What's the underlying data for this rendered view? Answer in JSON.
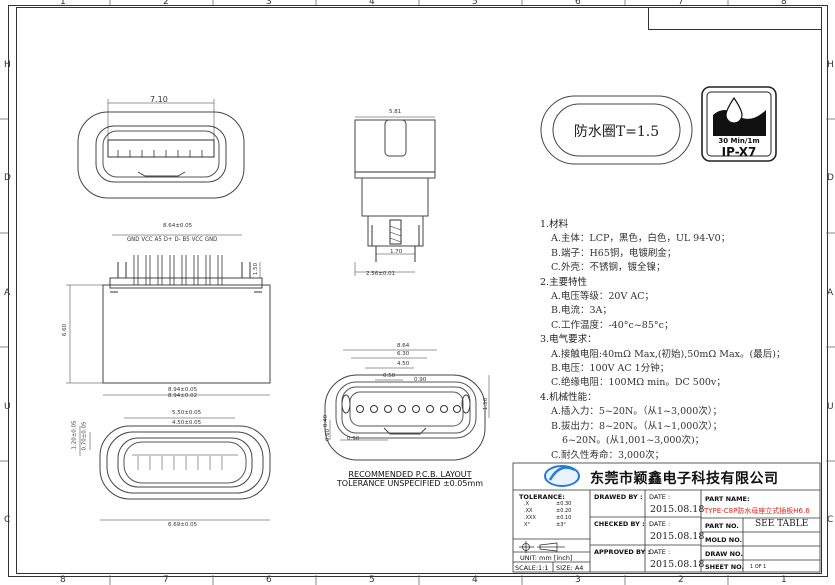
{
  "border": {
    "top_numbers": [
      "1",
      "2",
      "3",
      "4",
      "5",
      "6",
      "7",
      "8"
    ],
    "bottom_numbers": [
      "8",
      "7",
      "6",
      "5",
      "4",
      "3",
      "2",
      "1"
    ],
    "left_letters": [
      "H",
      "D",
      "A",
      "U",
      "C"
    ],
    "right_letters": [
      "H",
      "D",
      "A",
      "U",
      "C"
    ]
  },
  "gasket": {
    "label": "防水圈T=1.5"
  },
  "ip_badge": {
    "spec": "30 Min/1m",
    "rating": "IP-X7"
  },
  "specs": {
    "s1": {
      "title": "1.材料",
      "items": [
        "A.主体：LCP，黑色，白色，UL 94-V0；",
        "B.端子：H65铜，电镀刷金；",
        "C.外壳：不锈钢，镀全镍；"
      ]
    },
    "s2": {
      "title": "2.主要特性",
      "items": [
        "A.电压等级：20V AC；",
        "B.电流：3A；",
        "C.工作温度：-40°c~85°c；"
      ]
    },
    "s3": {
      "title": "3.电气要求：",
      "items": [
        "A.接触电阻:40mΩ Max,(初始),50mΩ Max。(最后)；",
        "B.电压：100V AC 1分钟；",
        "C.绝缘电阻：100MΩ min。DC 500v；"
      ]
    },
    "s4": {
      "title": "4.机械性能：",
      "items": [
        "A.插入力：5~20N。（从1~3,000次）；",
        "B.拔出力：8~20N。（从1~1,000次）；",
        "6~20N。(从1,001~3,000次)；",
        "C.耐久性寿命：3,000次；"
      ]
    }
  },
  "pcb_note": {
    "line1": "RECOMMENDED  P.C.B. LAYOUT",
    "line2": "TOLERANCE  UNSPECIFIED ±0.05mm"
  },
  "pin_labels": [
    "GND",
    "VCC",
    "A5",
    "D+",
    "D-",
    "B5",
    "VCC",
    "GND"
  ],
  "dims": {
    "front_width": "7.10",
    "side_top": "5.81",
    "side_bottom": "1.70",
    "side_pitch": "2.56±0.01",
    "pin_span": "8.64±0.05",
    "pin_height": "1.50",
    "body_height": "6.60",
    "body_width": "8.94±0.05",
    "body_width2": "8.94±0.02",
    "pcb_a": "8.64",
    "pcb_b": "6.30",
    "pcb_c": "4.50",
    "pcb_d": "0.90",
    "pcb_e": "0.50",
    "pcb_f": "0.40",
    "pcb_g": "0.60",
    "pcb_h": "0.90",
    "pcb_i": "1.50",
    "bot_a": "5.50±0.05",
    "bot_b": "4.50±0.05",
    "bot_c": "6.69±0.05",
    "bot_d": "1.20±0.05",
    "bot_e": "0.70±0.05"
  },
  "title_block": {
    "company": "东莞市颖鑫电子科技有限公司",
    "tolerance_label": "TOLERANCE:",
    "tol_rows": [
      ".X",
      ".XX",
      ".XXX",
      "X°"
    ],
    "tol_vals": [
      "±0.30",
      "±0.20",
      "±0.10",
      "±3°"
    ],
    "unit_label": "UNIT: mm [inch]",
    "scale_label": "SCALE:1:1",
    "size_label": "SIZE: A4",
    "drawed_by": "DRAWED BY :",
    "checked_by": "CHECKED BY :",
    "approved_by": "APPROVED BY :",
    "date_label": "DATE :",
    "date_value": "2015.08.18",
    "part_name_label": "PART NAME:",
    "part_name_value": "TYPE-C8P防水母座立式插板H6.6",
    "part_no_label": "PART NO.",
    "part_no_value": "SEE TABLE",
    "mold_no_label": "MOLD NO.",
    "draw_no_label": "DRAW NO.",
    "sheet_no_label": "SHEET NO.",
    "sheet_no_value": "1 OF 1"
  }
}
